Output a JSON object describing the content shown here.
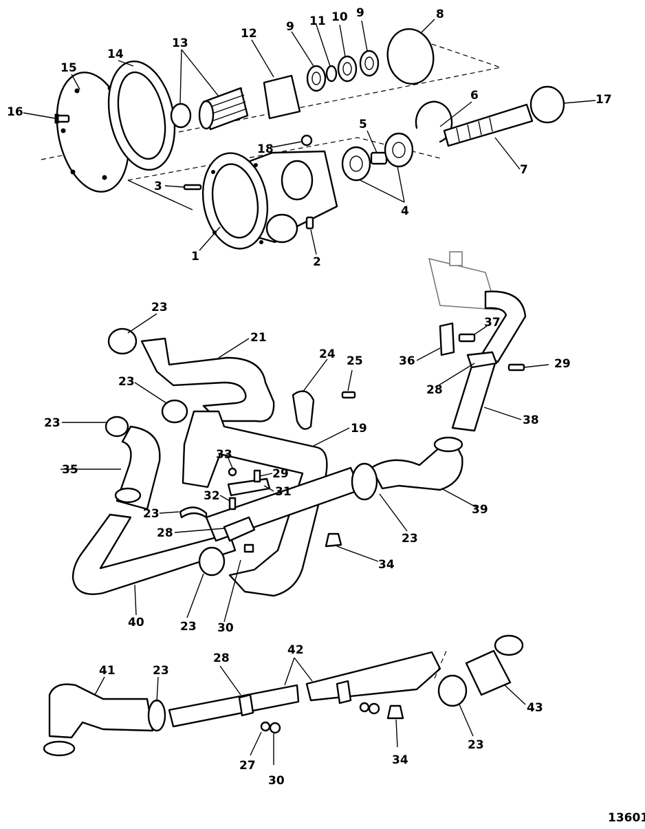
{
  "diagram": {
    "figure_id": "13601",
    "callouts": [
      {
        "id": "c1",
        "text": "1"
      },
      {
        "id": "c2",
        "text": "2"
      },
      {
        "id": "c3",
        "text": "3"
      },
      {
        "id": "c4",
        "text": "4"
      },
      {
        "id": "c5",
        "text": "5"
      },
      {
        "id": "c6",
        "text": "6"
      },
      {
        "id": "c7",
        "text": "7"
      },
      {
        "id": "c8",
        "text": "8"
      },
      {
        "id": "c9a",
        "text": "9"
      },
      {
        "id": "c9b",
        "text": "9"
      },
      {
        "id": "c10",
        "text": "10"
      },
      {
        "id": "c11",
        "text": "11"
      },
      {
        "id": "c12",
        "text": "12"
      },
      {
        "id": "c13",
        "text": "13"
      },
      {
        "id": "c14",
        "text": "14"
      },
      {
        "id": "c15",
        "text": "15"
      },
      {
        "id": "c16",
        "text": "16"
      },
      {
        "id": "c17",
        "text": "17"
      },
      {
        "id": "c18",
        "text": "18"
      },
      {
        "id": "c19",
        "text": "19"
      },
      {
        "id": "c21",
        "text": "21"
      },
      {
        "id": "c23a",
        "text": "23"
      },
      {
        "id": "c23b",
        "text": "23"
      },
      {
        "id": "c23c",
        "text": "23"
      },
      {
        "id": "c23d",
        "text": "23"
      },
      {
        "id": "c23e",
        "text": "23"
      },
      {
        "id": "c23f",
        "text": "23"
      },
      {
        "id": "c23g",
        "text": "23"
      },
      {
        "id": "c23h",
        "text": "23"
      },
      {
        "id": "c24",
        "text": "24"
      },
      {
        "id": "c25",
        "text": "25"
      },
      {
        "id": "c27",
        "text": "27"
      },
      {
        "id": "c28a",
        "text": "28"
      },
      {
        "id": "c28b",
        "text": "28"
      },
      {
        "id": "c28c",
        "text": "28"
      },
      {
        "id": "c29a",
        "text": "29"
      },
      {
        "id": "c29b",
        "text": "29"
      },
      {
        "id": "c30a",
        "text": "30"
      },
      {
        "id": "c30b",
        "text": "30"
      },
      {
        "id": "c31",
        "text": "31"
      },
      {
        "id": "c32",
        "text": "32"
      },
      {
        "id": "c33",
        "text": "33"
      },
      {
        "id": "c34a",
        "text": "34"
      },
      {
        "id": "c34b",
        "text": "34"
      },
      {
        "id": "c35",
        "text": "35"
      },
      {
        "id": "c36",
        "text": "36"
      },
      {
        "id": "c37",
        "text": "37"
      },
      {
        "id": "c38",
        "text": "38"
      },
      {
        "id": "c39",
        "text": "39"
      },
      {
        "id": "c40",
        "text": "40"
      },
      {
        "id": "c41",
        "text": "41"
      },
      {
        "id": "c42",
        "text": "42"
      },
      {
        "id": "c43",
        "text": "43"
      }
    ]
  }
}
